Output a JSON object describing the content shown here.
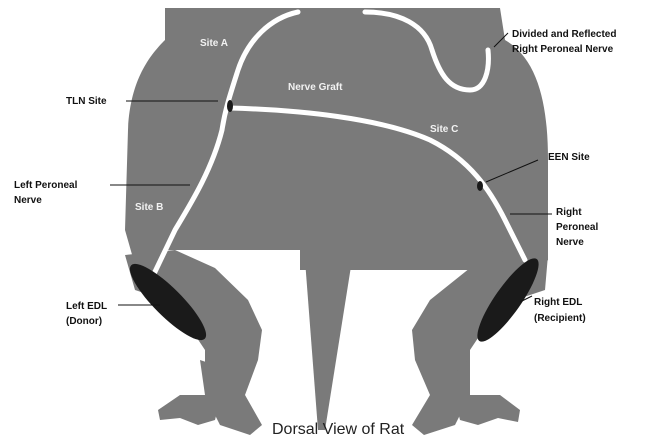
{
  "diagram": {
    "caption": "Dorsal View of Rat",
    "labels": {
      "tln_site": "TLN Site",
      "left_peroneal_1": "Left Peroneal",
      "left_peroneal_2": "Nerve",
      "left_edl_1": "Left EDL",
      "left_edl_2": "(Donor)",
      "divided_1": "Divided and Reflected",
      "divided_2": "Right Peroneal Nerve",
      "een_site": "EEN Site",
      "right_peroneal_1": "Right",
      "right_peroneal_2": "Peroneal",
      "right_peroneal_3": "Nerve",
      "right_edl_1": "Right EDL",
      "right_edl_2": "(Recipient)"
    },
    "inner_labels": {
      "site_a": "Site A",
      "site_b": "Site B",
      "site_c": "Site C",
      "nerve_graft": "Nerve Graft"
    },
    "colors": {
      "body": "#7a7a7a",
      "nerve": "#ffffff",
      "muscle": "#1a1a1a",
      "background": "#ffffff"
    }
  }
}
